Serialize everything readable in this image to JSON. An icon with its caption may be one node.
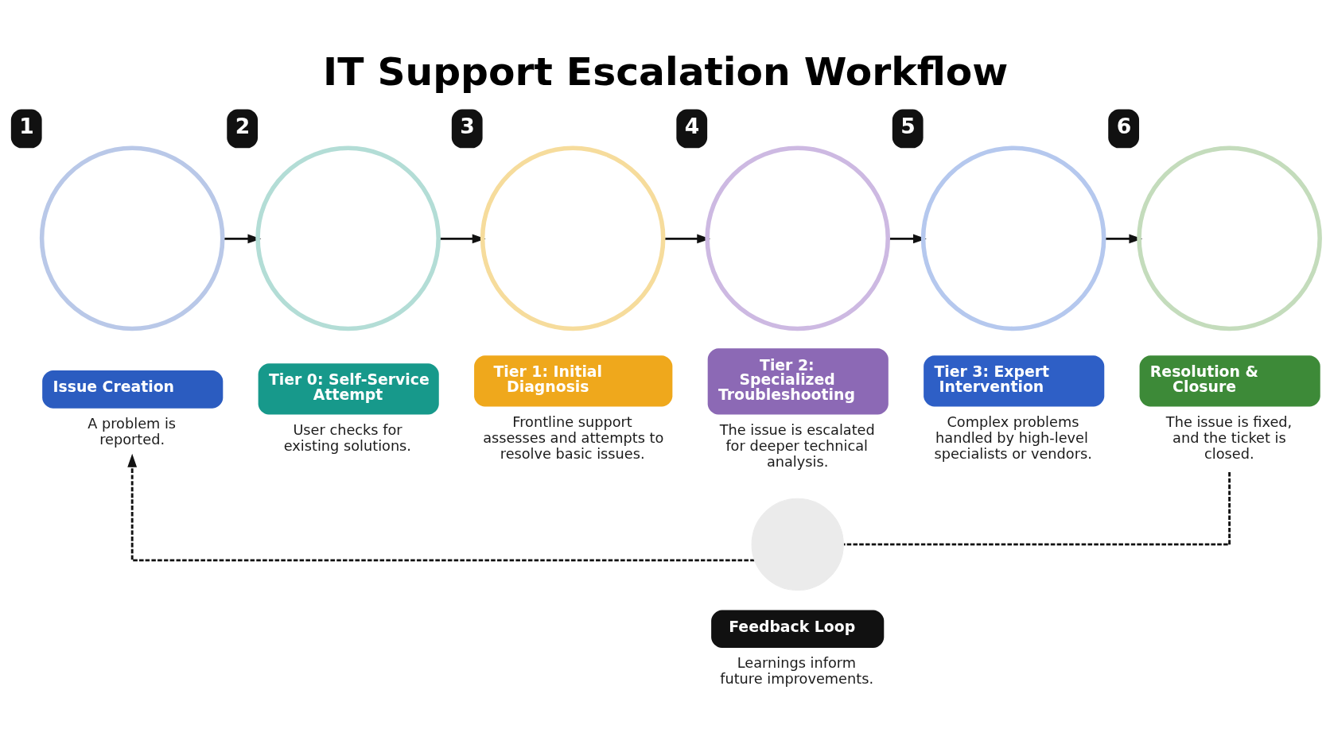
{
  "diagram": {
    "title": "IT Support Escalation Workflow",
    "nodes": [
      {
        "text": [],
        "shape": "circle",
        "beside": [
          "1"
        ]
      },
      {
        "text": [],
        "shape": "circle",
        "beside": [
          "2"
        ]
      },
      {
        "text": [],
        "shape": "circle",
        "beside": [
          "3"
        ]
      },
      {
        "text": [],
        "shape": "circle",
        "beside": [
          "4"
        ]
      },
      {
        "text": [],
        "shape": "circle",
        "beside": [
          "5"
        ]
      },
      {
        "text": [],
        "shape": "circle",
        "beside": [
          "6"
        ]
      },
      {
        "text": [
          "Issue Creation"
        ],
        "beside": [
          "A problem is reported."
        ]
      },
      {
        "text": [
          "Tier 0: Self-Service Attempt"
        ],
        "beside": [
          "User checks for existing solutions."
        ]
      },
      {
        "text": [
          "Tier 1: Initial Diagnosis"
        ],
        "beside": [
          "Frontline support assesses and attempts to resolve basic issues."
        ]
      },
      {
        "text": [
          "Tier 2: Specialized Troubleshooting"
        ],
        "beside": [
          "The issue is escalated for deeper technical analysis."
        ]
      },
      {
        "text": [
          "Tier 3: Expert Intervention"
        ],
        "beside": [
          "Complex problems handled by high-level specialists or vendors."
        ]
      },
      {
        "text": [
          "Resolution & Closure"
        ],
        "beside": [
          "The issue is fixed, and the ticket is closed."
        ]
      },
      {
        "text": [],
        "shape": "circle"
      },
      {
        "text": [
          "Feedback Loop"
        ],
        "beside": [
          "Learnings inform future improvements."
        ]
      }
    ],
    "edges": [
      {
        "from": 0,
        "to": 1,
        "arrow": "to"
      },
      {
        "from": 1,
        "to": 2,
        "arrow": "to"
      },
      {
        "from": 2,
        "to": 3,
        "arrow": "to"
      },
      {
        "from": 3,
        "to": 4,
        "arrow": "to"
      },
      {
        "from": 4,
        "to": 5,
        "arrow": "to"
      },
      {
        "from": 11,
        "to": 12,
        "arrow": "none",
        "style": "dashed"
      },
      {
        "from": 12,
        "to": 6,
        "arrow": "to",
        "style": "dashed"
      }
    ]
  }
}
